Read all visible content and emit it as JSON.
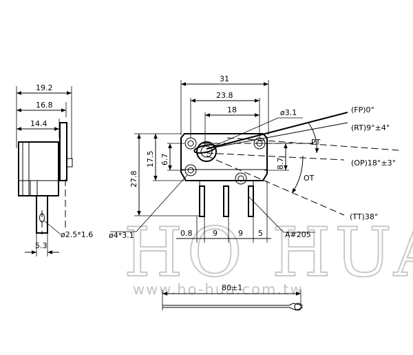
{
  "watermark": {
    "brand": "HO HUA",
    "url": "www.ho-hua.com.tw"
  },
  "side_view": {
    "dims": {
      "overall_width": "19.2",
      "mid_width": "16.8",
      "body_width": "14.4",
      "terminal_offset": "5.3",
      "hole": "ø2.5*1.6"
    }
  },
  "front_view": {
    "dims": {
      "length": "31",
      "hole_spacing": "23.8",
      "lever_pivot": "18",
      "pivot_hole": "ø3.1",
      "height": "27.8",
      "height_to_lever": "17.5",
      "hole_offset_left": "6.7",
      "hole_offset_right": "8.7",
      "mount_holes": "ø4*3.1",
      "term_offset": "0.8",
      "term_pitch_1": "9",
      "term_pitch_2": "9",
      "term_end": "5",
      "lever_code": "A#205"
    },
    "positions": {
      "free": "(FP)0°",
      "release": "(RT)9°±4°",
      "operating": "(OP)18°±3°",
      "total_travel": "(TT)38°",
      "pretravel": "PT",
      "overtravel": "OT"
    }
  },
  "lever_view": {
    "length": "80±1"
  }
}
